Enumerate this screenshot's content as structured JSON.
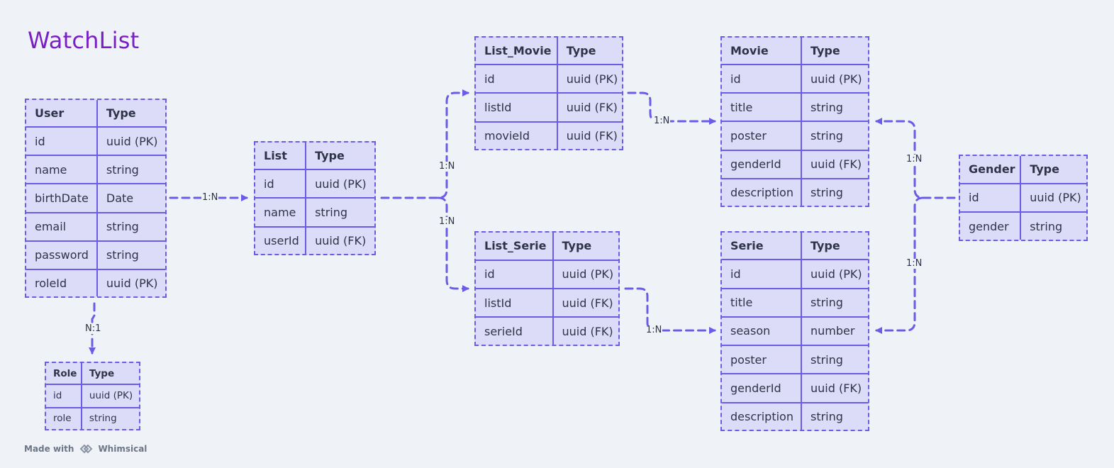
{
  "title": "WatchList",
  "colors": {
    "accent": "#6b5ce7",
    "table_fill": "#dcdcf9",
    "title": "#7a1fc6",
    "background": "#eff3f7"
  },
  "entities": {
    "user": {
      "header": [
        "User",
        "Type"
      ],
      "rows": [
        [
          "id",
          "uuid (PK)"
        ],
        [
          "name",
          "string"
        ],
        [
          "birthDate",
          "Date"
        ],
        [
          "email",
          "string"
        ],
        [
          "password",
          "string"
        ],
        [
          "roleId",
          "uuid (PK)"
        ]
      ]
    },
    "role": {
      "header": [
        "Role",
        "Type"
      ],
      "rows": [
        [
          "id",
          "uuid (PK)"
        ],
        [
          "role",
          "string"
        ]
      ]
    },
    "list": {
      "header": [
        "List",
        "Type"
      ],
      "rows": [
        [
          "id",
          "uuid (PK)"
        ],
        [
          "name",
          "string"
        ],
        [
          "userId",
          "uuid (FK)"
        ]
      ]
    },
    "list_movie": {
      "header": [
        "List_Movie",
        "Type"
      ],
      "rows": [
        [
          "id",
          "uuid (PK)"
        ],
        [
          "listId",
          "uuid (FK)"
        ],
        [
          "movieId",
          "uuid (FK)"
        ]
      ]
    },
    "list_serie": {
      "header": [
        "List_Serie",
        "Type"
      ],
      "rows": [
        [
          "id",
          "uuid (PK)"
        ],
        [
          "listId",
          "uuid (FK)"
        ],
        [
          "serieId",
          "uuid (FK)"
        ]
      ]
    },
    "movie": {
      "header": [
        "Movie",
        "Type"
      ],
      "rows": [
        [
          "id",
          "uuid (PK)"
        ],
        [
          "title",
          "string"
        ],
        [
          "poster",
          "string"
        ],
        [
          "genderId",
          "uuid (FK)"
        ],
        [
          "description",
          "string"
        ]
      ]
    },
    "serie": {
      "header": [
        "Serie",
        "Type"
      ],
      "rows": [
        [
          "id",
          "uuid (PK)"
        ],
        [
          "title",
          "string"
        ],
        [
          " season",
          "number"
        ],
        [
          "poster",
          "string"
        ],
        [
          "genderId",
          "uuid (FK)"
        ],
        [
          "description",
          "string"
        ]
      ]
    },
    "gender": {
      "header": [
        "Gender",
        "Type"
      ],
      "rows": [
        [
          "id",
          "uuid (PK)"
        ],
        [
          "gender",
          "string"
        ]
      ]
    }
  },
  "relations": {
    "user_list": "1:N",
    "user_role": "N:1",
    "list_listmovie": "1:N",
    "list_listserie": "1:N",
    "listmovie_movie": "1:N",
    "listserie_serie": "1:N",
    "gender_movie": "1:N",
    "gender_serie": "1:N"
  },
  "footer": {
    "made_with": "Made with",
    "brand": "Whimsical"
  }
}
